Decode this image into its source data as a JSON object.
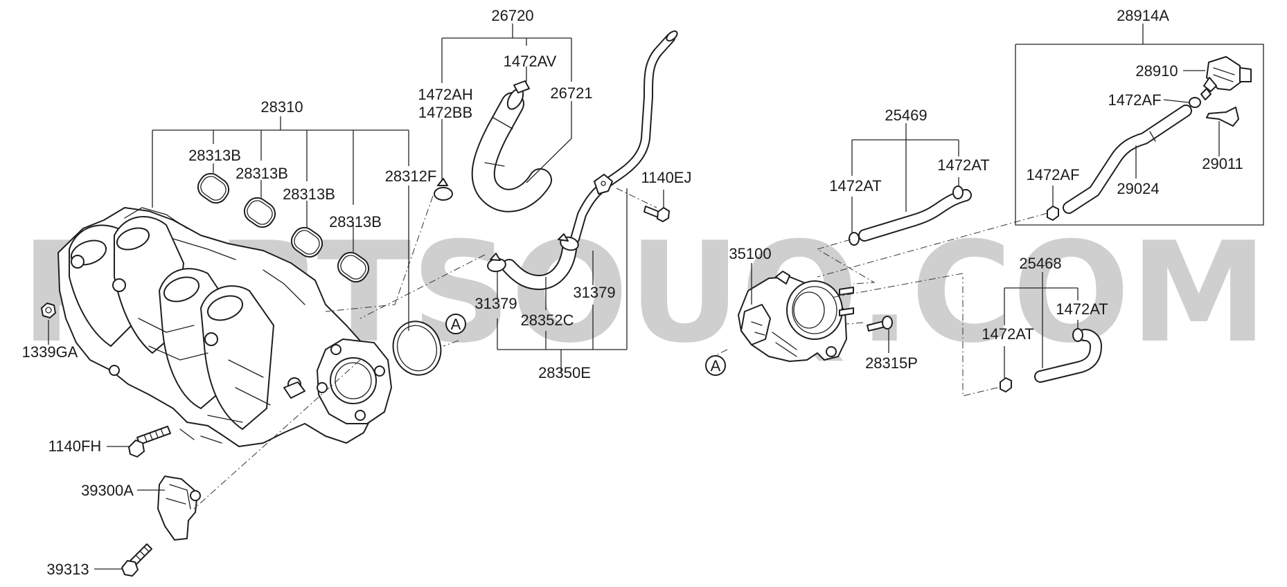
{
  "watermark": {
    "text": "PARTSOUQ.COM",
    "color": "#cfcfcf"
  },
  "labels": {
    "p26720": "26720",
    "p1472AV": "1472AV",
    "p1472AH": "1472AH",
    "p1472BB": "1472BB",
    "p26721": "26721",
    "p28310": "28310",
    "p28313B_1": "28313B",
    "p28313B_2": "28313B",
    "p28313B_3": "28313B",
    "p28313B_4": "28313B",
    "p28312F": "28312F",
    "p1140EJ": "1140EJ",
    "p31379_1": "31379",
    "p31379_2": "31379",
    "p28352C": "28352C",
    "p28350E": "28350E",
    "p1339GA": "1339GA",
    "p1140FH": "1140FH",
    "p39300A": "39300A",
    "p39313": "39313",
    "p35100": "35100",
    "p28315P": "28315P",
    "p25469": "25469",
    "p1472AT_1": "1472AT",
    "p1472AT_2": "1472AT",
    "p25468": "25468",
    "p1472AT_3": "1472AT",
    "p1472AT_4": "1472AT",
    "p28914A": "28914A",
    "p28910": "28910",
    "p1472AF_1": "1472AF",
    "p1472AF_2": "1472AF",
    "p29011": "29011",
    "p29024": "29024",
    "refA_1": "A",
    "refA_2": "A"
  }
}
